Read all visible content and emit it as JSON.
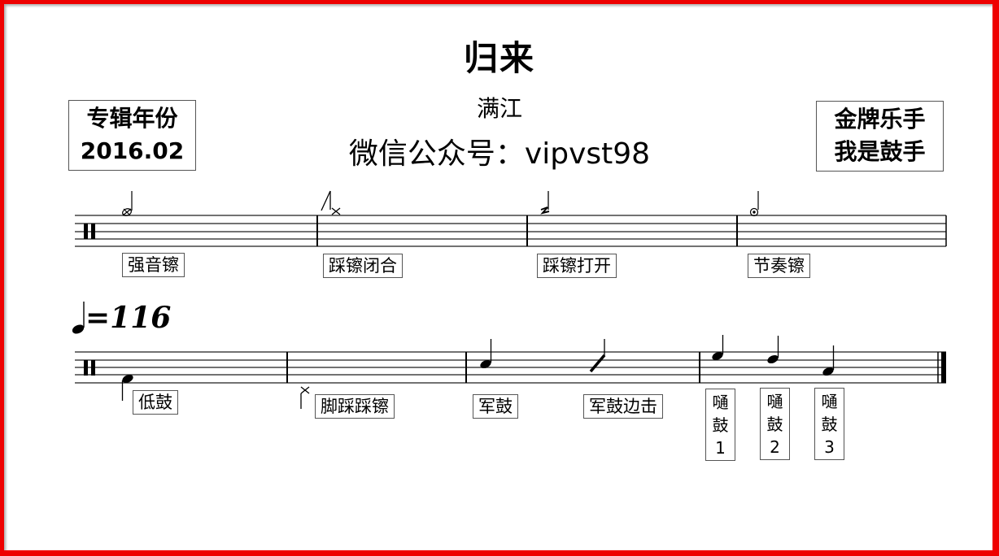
{
  "header": {
    "title": "归来",
    "artist": "满江",
    "wechat": "微信公众号：vipvst98"
  },
  "album_box": {
    "line1": "专辑年份",
    "line2": "2016.02"
  },
  "brand_box": {
    "line1": "金牌乐手",
    "line2": "我是鼓手"
  },
  "tempo": {
    "symbol": "quarter-note",
    "text": "=116",
    "bpm": 116
  },
  "legend_row1": {
    "labels": [
      "强音镲",
      "踩镲闭合",
      "踩镲打开",
      "节奏镲"
    ],
    "noteheads": [
      "circle-x",
      "x",
      "open-hihat",
      "circle-dot"
    ]
  },
  "legend_row2": {
    "labels": [
      "低鼓",
      "脚踩踩镲",
      "军鼓",
      "军鼓边击"
    ],
    "toms": [
      {
        "c1": "嗵",
        "c2": "鼓",
        "num": "1"
      },
      {
        "c1": "嗵",
        "c2": "鼓",
        "num": "2"
      },
      {
        "c1": "嗵",
        "c2": "鼓",
        "num": "3"
      }
    ]
  },
  "colors": {
    "frame": "#ee0000",
    "ink": "#000000",
    "staff": "#444444",
    "box_border": "#555555"
  }
}
